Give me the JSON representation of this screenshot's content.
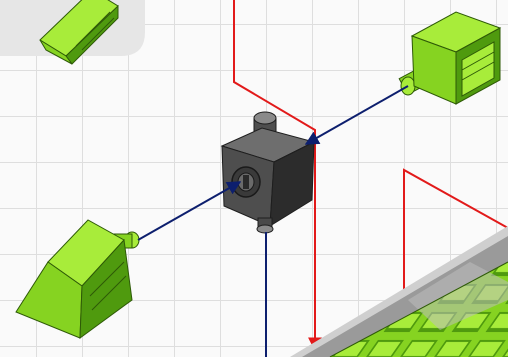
{
  "diagram": {
    "colors": {
      "background": "#fafafa",
      "grid": "#dedede",
      "inset_panel": "#e6e6e6",
      "block_green_light": "#a8ec3a",
      "block_green_mid": "#86d321",
      "block_green_dark": "#4f9a0e",
      "block_outline": "#2e5a07",
      "hub_light": "#6e6e6e",
      "hub_mid": "#4e4e4e",
      "hub_dark": "#2c2c2c",
      "arrow_blue": "#0d1f6e",
      "route_red": "#e21a1a",
      "tray_light": "#cfcfcf",
      "tray_dark": "#9a9a9a"
    },
    "components": [
      {
        "name": "ramp-block",
        "icon": "green-ramp-block-icon",
        "color_family": "green"
      },
      {
        "name": "cube-block",
        "icon": "green-cube-block-icon",
        "color_family": "green"
      },
      {
        "name": "connector-hub",
        "icon": "gray-hub-block-icon",
        "color_family": "gray"
      },
      {
        "name": "lower-left-ramp-block",
        "icon": "green-ramp-block-icon",
        "color_family": "green"
      },
      {
        "name": "grid-tray",
        "icon": "green-grid-tray-icon",
        "color_family": "green"
      }
    ],
    "connections": [
      {
        "from": "cube-block",
        "to": "connector-hub",
        "style": "arrow",
        "color": "#0d1f6e"
      },
      {
        "from": "lower-left-ramp-block",
        "to": "connector-hub",
        "style": "arrow",
        "color": "#0d1f6e"
      },
      {
        "from": "connector-hub",
        "to": "grid-tray",
        "style": "line",
        "color": "#0d1f6e"
      }
    ],
    "routes": [
      {
        "name": "feed-route",
        "color": "#e21a1a",
        "ends_with_arrow": true
      },
      {
        "name": "tray-route",
        "color": "#e21a1a",
        "ends_with_arrow": false
      }
    ]
  }
}
